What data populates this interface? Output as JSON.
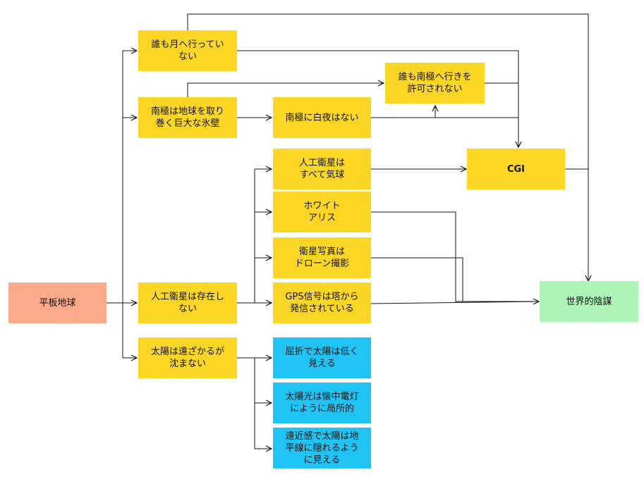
{
  "diagram": {
    "nodes": {
      "flat_earth": "平板地球",
      "no_moon": "誰も月へ行ってい\nない",
      "ice_wall": "南極は地球を取り\n巻く巨大な氷壁",
      "no_white_night": "南極に白夜はない",
      "no_south_pole": "誰も南極へ行きを\n許可されない",
      "cgi": "CGI",
      "no_satellites": "人工衛星は存在し\nない",
      "balloons": "人工衛星は\nすべて気球",
      "white_alice": "ホワイト\nアリス",
      "drone_photos": "衛星写真は\nドローン撮影",
      "gps_towers": "GPS信号は塔から\n発信されている",
      "world_conspiracy": "世界的陰謀",
      "sun_not_set": "太陽は遠ざかるが\n沈まない",
      "refraction": "屈折で太陽は低く\n見える",
      "flashlight": "太陽光は懐中電灯\nにように局所的",
      "perspective": "遠近感で太陽は地\n平線に隠れるよう\nに見える"
    },
    "colors": {
      "root": "#fbab8b",
      "claim": "#fcd624",
      "explanation": "#20c4f4",
      "conclusion": "#aef3b7",
      "edge": "#111111"
    }
  }
}
